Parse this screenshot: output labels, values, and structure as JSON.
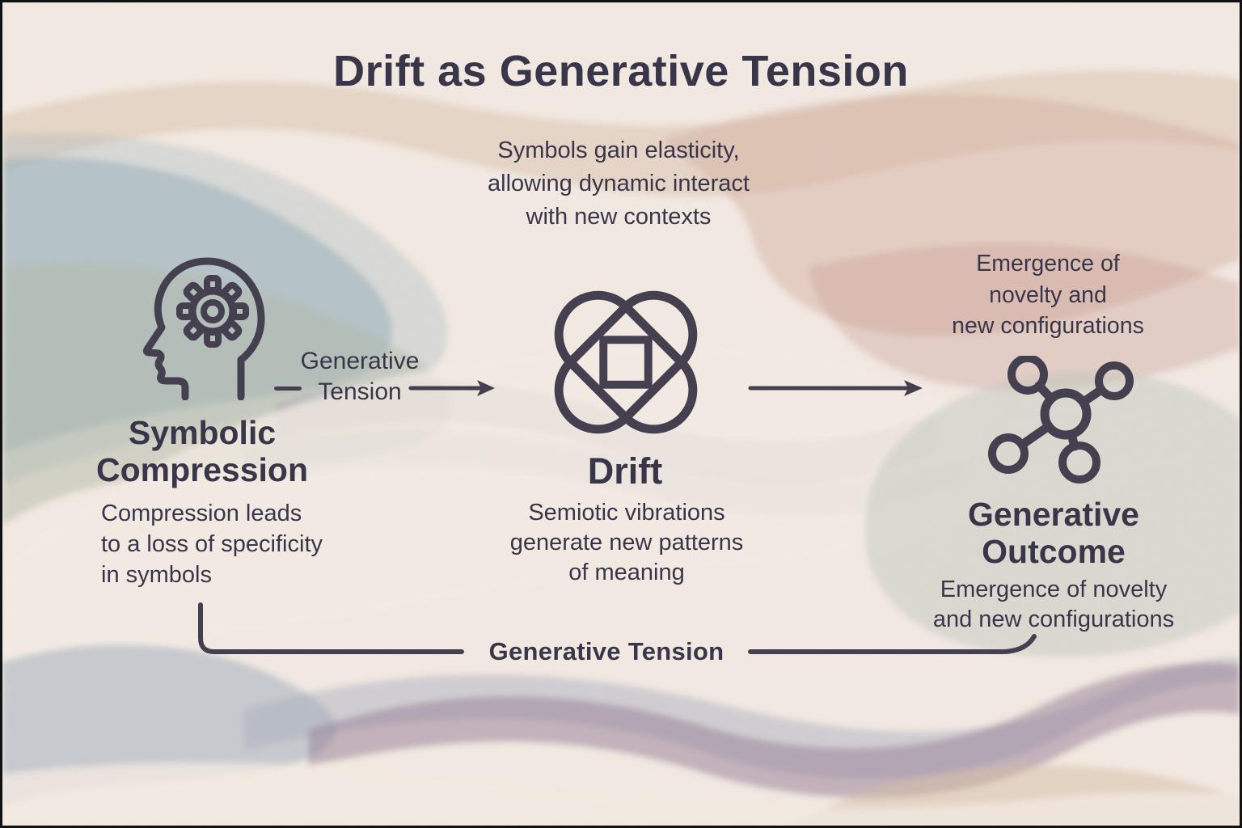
{
  "title": "Drift as Generative Tension",
  "top_annotation": {
    "lines": [
      "Symbols gain elasticity,",
      "allowing dynamic interact",
      "with new contexts"
    ]
  },
  "flow": {
    "symbolic_compression": {
      "icon": "head-gear-icon",
      "title_lines": [
        "Symbolic",
        "Compression"
      ],
      "description_lines": [
        "Compression leads",
        "to a loss of specificity",
        "in symbols"
      ]
    },
    "drift": {
      "icon": "crossed-loops-icon",
      "title": "Drift",
      "description_lines": [
        "Semiotic vibrations",
        "generate new patterns",
        "of meaning"
      ]
    },
    "generative_outcome": {
      "icon": "molecule-icon",
      "annotation_lines": [
        "Emergence of",
        "novelty and",
        "new configurations"
      ],
      "title_lines": [
        "Generative",
        "Outcome"
      ],
      "description_lines": [
        "Emergence of novelty",
        "and new configurations"
      ]
    }
  },
  "labels": {
    "tension_arrow_lines": [
      "Generative",
      "Tension"
    ],
    "bottom_loop": "Generative Tension"
  },
  "colors": {
    "ink": "#393649",
    "stroke": "#454050",
    "background": "#f8efe8",
    "wave_blue": "#a3b8c2",
    "wave_sage": "#b7bfb0",
    "wave_tan": "#dfc7b0",
    "wave_rose": "#d9b2a4",
    "wave_mauve": "#a795ad",
    "wave_purple": "#998299",
    "wave_lavender": "#aeb2c6",
    "border": "#121212"
  }
}
